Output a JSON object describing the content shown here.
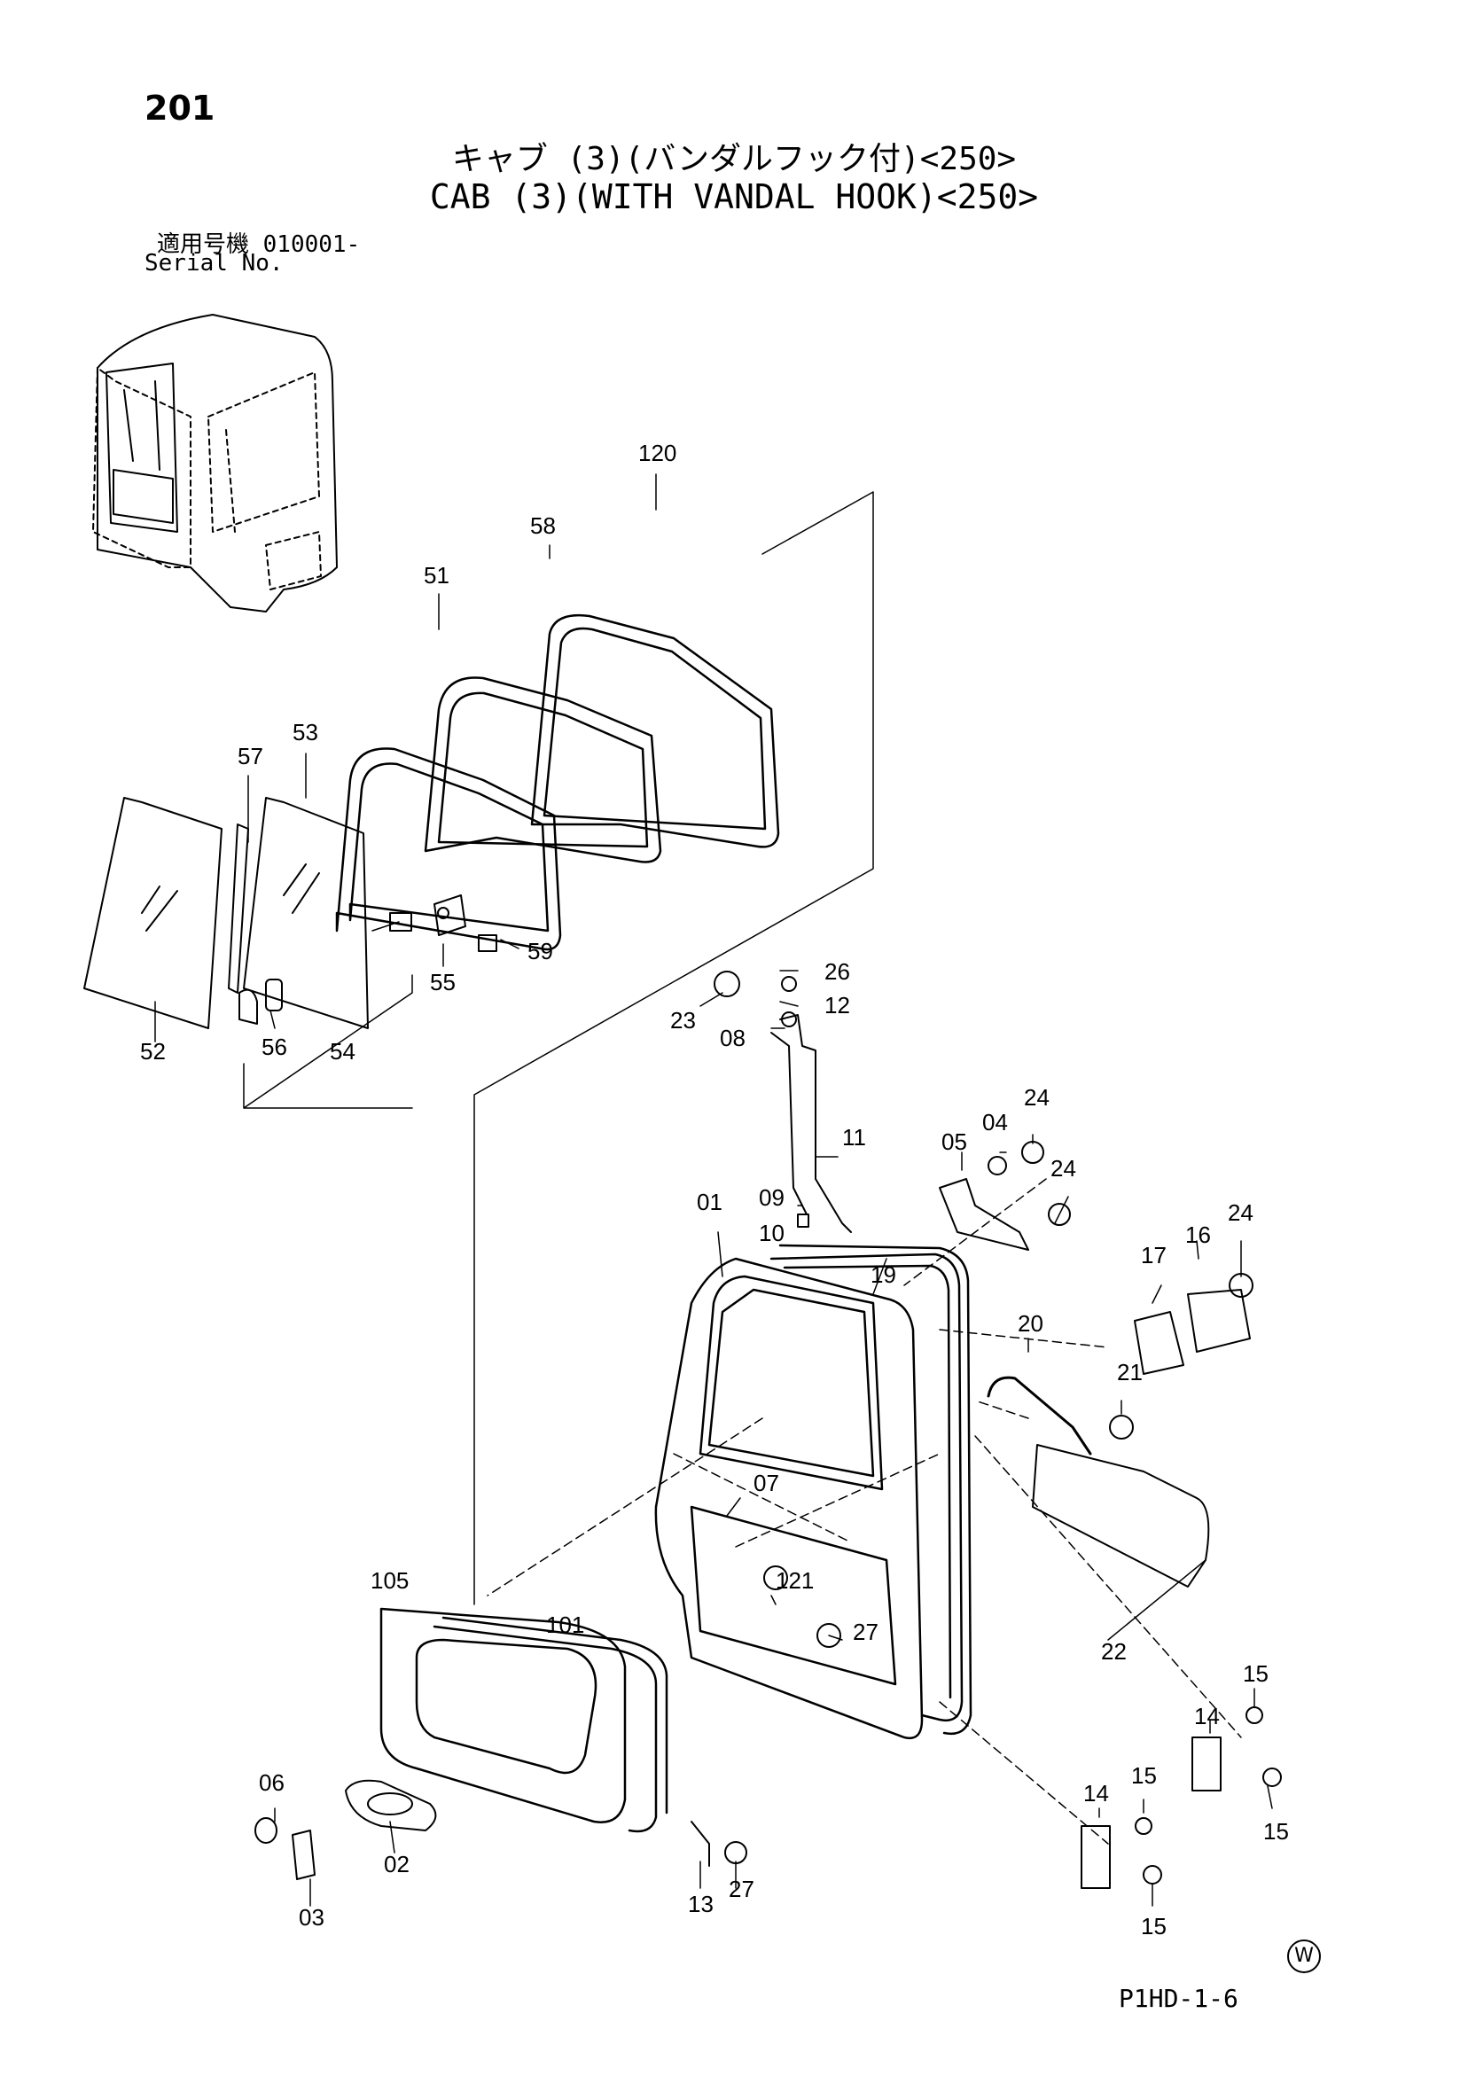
{
  "page_number": "201",
  "title_jp": "キャブ (3)(バンダルフック付)<250>",
  "title_en": "CAB (3)(WITH VANDAL HOOK)<250>",
  "serial_label_jp": "適用号機 010001-",
  "serial_label_en": "Serial No.",
  "doc_code": "P1HD-1-6",
  "circled_mark": "W",
  "callouts": [
    "120",
    "58",
    "51",
    "53",
    "57",
    "52",
    "56",
    "54",
    "55",
    "59",
    "26",
    "12",
    "23",
    "08",
    "11",
    "09",
    "10",
    "01",
    "19",
    "24",
    "04",
    "05",
    "24b",
    "24c",
    "16",
    "17",
    "20",
    "21",
    "07",
    "121",
    "27",
    "105",
    "101",
    "22",
    "14",
    "15",
    "06",
    "02",
    "03",
    "13",
    "27b",
    "14b",
    "15b",
    "15c",
    "15d"
  ],
  "callout_text": {
    "120": "120",
    "58": "58",
    "51": "51",
    "53": "53",
    "57": "57",
    "52": "52",
    "56": "56",
    "54": "54",
    "55": "55",
    "59": "59",
    "26": "26",
    "12": "12",
    "23": "23",
    "08": "08",
    "11": "11",
    "09": "09",
    "10": "10",
    "01": "01",
    "19": "19",
    "24": "24",
    "04": "04",
    "05": "05",
    "24b": "24",
    "24c": "24",
    "16": "16",
    "17": "17",
    "20": "20",
    "21": "21",
    "07": "07",
    "121": "121",
    "27": "27",
    "105": "105",
    "101": "101",
    "22": "22",
    "14": "14",
    "15": "15",
    "06": "06",
    "02": "02",
    "03": "03",
    "13": "13",
    "27b": "27",
    "14b": "14",
    "15b": "15",
    "15c": "15",
    "15d": "15"
  }
}
